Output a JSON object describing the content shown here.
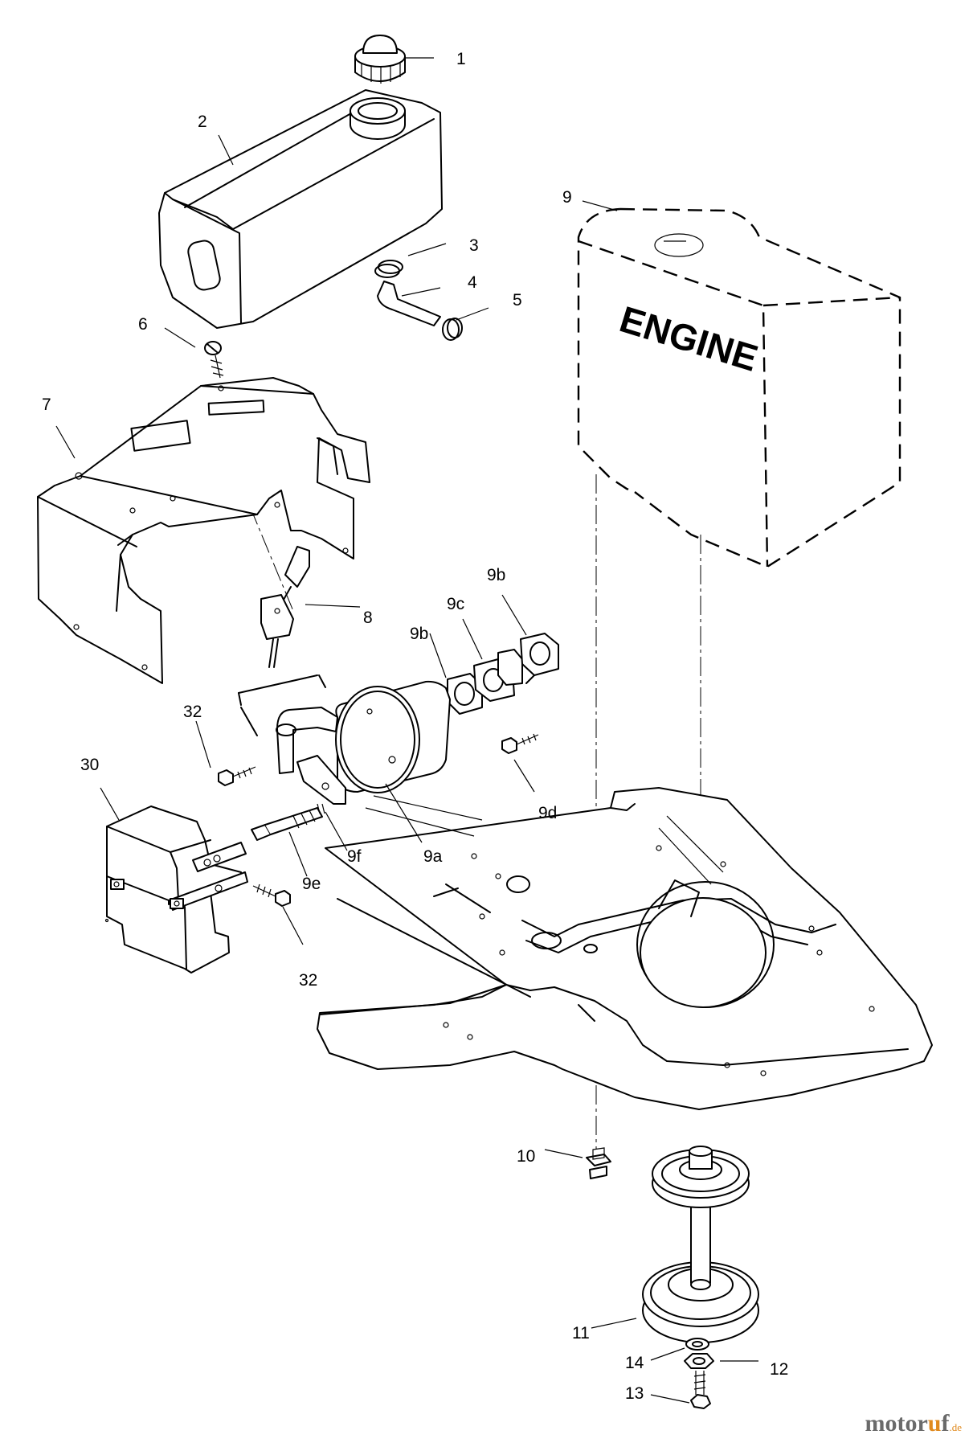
{
  "diagram": {
    "engine_label": "ENGINE",
    "callouts": [
      "1",
      "2",
      "3",
      "4",
      "5",
      "6",
      "7",
      "8",
      "9",
      "9b",
      "9c",
      "9b",
      "32",
      "30",
      "9d",
      "9e",
      "9f",
      "9a",
      "32",
      "10",
      "11",
      "14",
      "12",
      "13"
    ]
  },
  "watermark": {
    "brand_main": "motor",
    "brand_o": "u",
    "brand_end": "f",
    "tld": ".de"
  }
}
